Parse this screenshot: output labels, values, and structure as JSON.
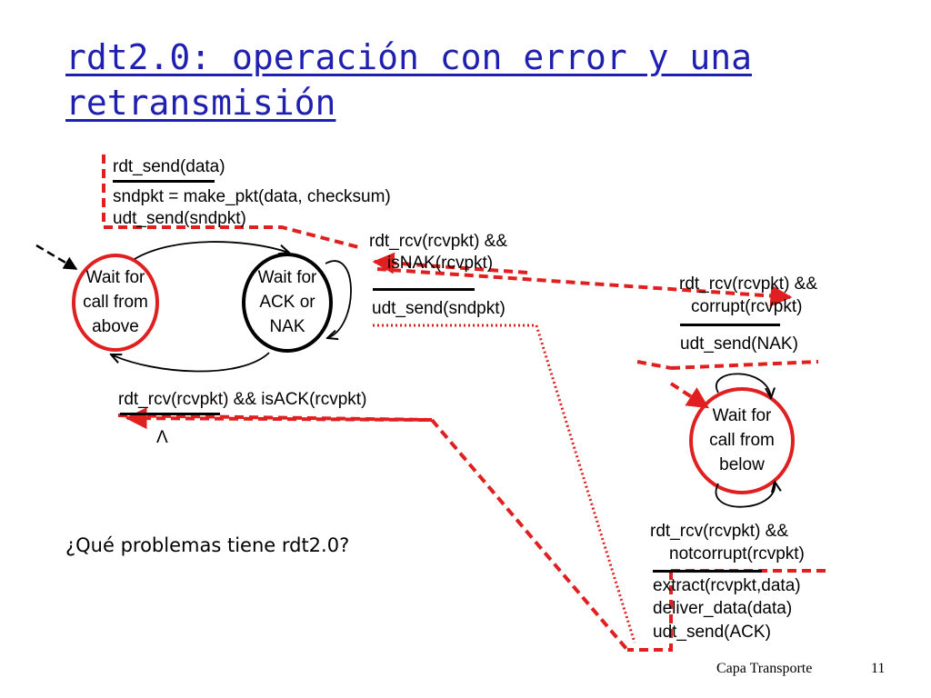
{
  "slide": {
    "title_line1": "rdt2.0: operación con error y una",
    "title_line2": "retransmisión",
    "question": "¿Qué problemas tiene rdt2.0?",
    "footer_text": "Capa Transporte",
    "page_number": "11"
  },
  "states": {
    "sender_wait_call": [
      "Wait for",
      "call from",
      "above"
    ],
    "sender_wait_ack": [
      "Wait for",
      "ACK or",
      "NAK"
    ],
    "receiver_wait_call": [
      "Wait for",
      "call from",
      "below"
    ]
  },
  "transitions": {
    "send": {
      "event": "rdt_send(data)",
      "actions": [
        "sndpkt = make_pkt(data, checksum)",
        "udt_send(sndpkt)"
      ]
    },
    "nak": {
      "event": [
        "rdt_rcv(rcvpkt) &&",
        "isNAK(rcvpkt)"
      ],
      "actions": [
        "udt_send(sndpkt)"
      ]
    },
    "ack": {
      "event": "rdt_rcv(rcvpkt) && isACK(rcvpkt)",
      "actions": [
        "Λ"
      ]
    },
    "corrupt": {
      "event": [
        "rdt_rcv(rcvpkt) &&",
        "corrupt(rcvpkt)"
      ],
      "actions": [
        "udt_send(NAK)"
      ]
    },
    "notcorrupt": {
      "event": [
        "rdt_rcv(rcvpkt) &&",
        "notcorrupt(rcvpkt)"
      ],
      "actions": [
        "extract(rcvpkt,data)",
        "deliver_data(data)",
        "udt_send(ACK)"
      ]
    }
  },
  "colors": {
    "title": "#1f1fb0",
    "highlight": "#e02020",
    "ink": "#000000"
  }
}
